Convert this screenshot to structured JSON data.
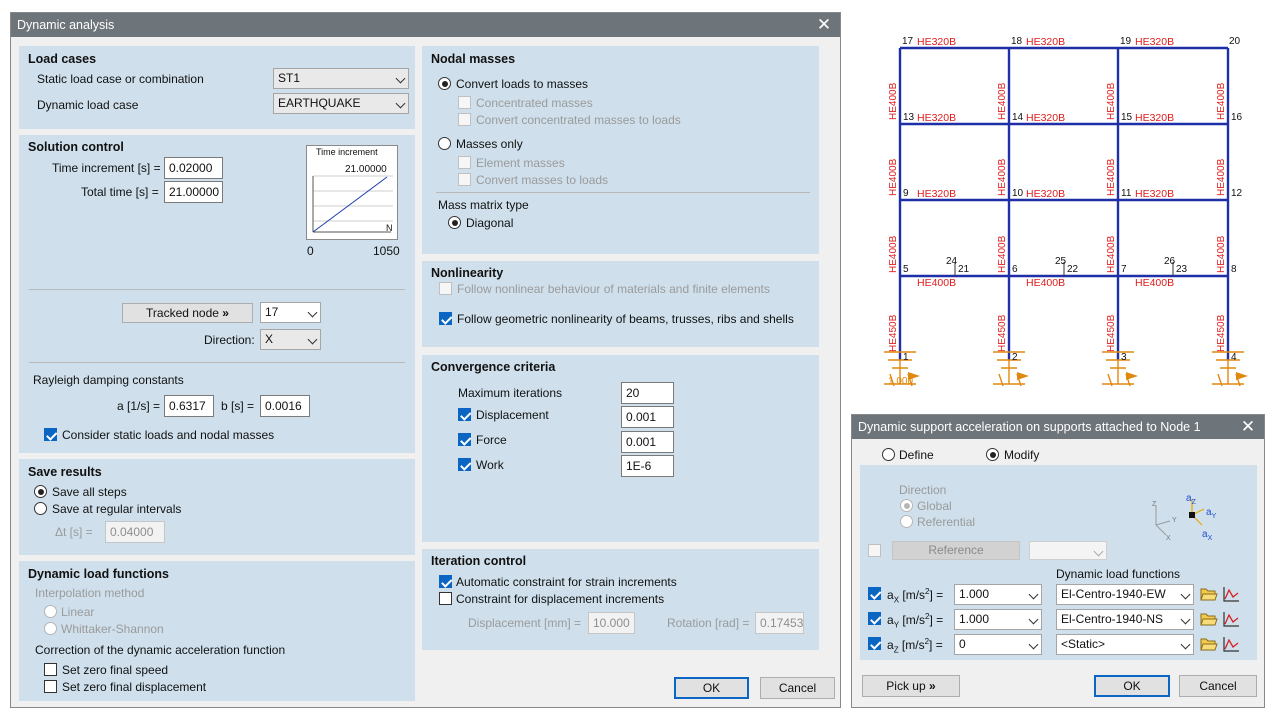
{
  "dynamic_dialog": {
    "title": "Dynamic analysis",
    "load_cases": {
      "title": "Load cases",
      "static_label": "Static load case or combination",
      "static_value": "ST1",
      "dynamic_label": "Dynamic load case",
      "dynamic_value": "EARTHQUAKE"
    },
    "solution_control": {
      "title": "Solution control",
      "time_increment_label": "Time increment [s] =",
      "time_increment_value": "0.02000",
      "total_time_label": "Total time [s] =",
      "total_time_value": "21.00000",
      "graph_title": "Time increment",
      "graph_value": "21.00000",
      "graph_axis_n": "N",
      "graph_x_min": "0",
      "graph_x_max": "1050",
      "tracked_node_button": "Tracked node",
      "tracked_node_value": "17",
      "direction_label": "Direction:",
      "direction_value": "X",
      "rayleigh_title": "Rayleigh damping constants",
      "a_label": "a [1/s] =",
      "a_value": "0.6317",
      "b_label": "b [s] =",
      "b_value": "0.0016",
      "consider_static_label": "Consider static loads and nodal masses",
      "consider_static_checked": true
    },
    "save_results": {
      "title": "Save results",
      "all_steps_label": "Save all steps",
      "regular_label": "Save at regular intervals",
      "dt_label": "Δt [s] =",
      "dt_value": "0.04000",
      "selected": "all"
    },
    "dynamic_load_functions": {
      "title": "Dynamic load functions",
      "interp_label": "Interpolation method",
      "linear_label": "Linear",
      "whittaker_label": "Whittaker-Shannon",
      "correction_label": "Correction of the dynamic acceleration function",
      "zero_speed_label": "Set zero final speed",
      "zero_disp_label": "Set zero final displacement"
    },
    "nodal_masses": {
      "title": "Nodal masses",
      "convert_label": "Convert loads to masses",
      "concentrated_label": "Concentrated masses",
      "convert_conc_label": "Convert concentrated masses to loads",
      "masses_only_label": "Masses only",
      "element_masses_label": "Element masses",
      "convert_masses_label": "Convert masses to loads",
      "matrix_type_label": "Mass matrix type",
      "diagonal_label": "Diagonal"
    },
    "nonlinearity": {
      "title": "Nonlinearity",
      "material_label": "Follow nonlinear behaviour of materials and finite elements",
      "geometric_label": "Follow geometric nonlinearity of beams, trusses, ribs and shells",
      "geometric_checked": true
    },
    "convergence": {
      "title": "Convergence criteria",
      "max_iter_label": "Maximum iterations",
      "max_iter_value": "20",
      "displacement_label": "Displacement",
      "displacement_value": "0.001",
      "force_label": "Force",
      "force_value": "0.001",
      "work_label": "Work",
      "work_value": "1E-6"
    },
    "iteration_control": {
      "title": "Iteration control",
      "auto_label": "Automatic constraint for strain increments",
      "auto_checked": true,
      "disp_constraint_label": "Constraint for displacement increments",
      "displacement_label": "Displacement [mm] =",
      "displacement_value": "10.000",
      "rotation_label": "Rotation [rad] =",
      "rotation_value": "0.17453"
    },
    "ok_label": "OK",
    "cancel_label": "Cancel"
  },
  "model": {
    "top_nodes": [
      "17",
      "18",
      "19",
      "20"
    ],
    "row3_nodes": [
      "13",
      "14",
      "15",
      "16"
    ],
    "row2_nodes": [
      "9",
      "10",
      "11",
      "12"
    ],
    "row1_nodes": [
      "5",
      "6",
      "7",
      "8"
    ],
    "base_nodes": [
      "1",
      "2",
      "3",
      "4"
    ],
    "mid_nodes": [
      "24",
      "21",
      "25",
      "22",
      "26",
      "23"
    ],
    "beam_top": "HE320B",
    "beam_row1": "HE400B",
    "column_upper": "HE400B",
    "column_lower": "HE450B",
    "support_value": "1.000",
    "frame_color": "#1f2fa8",
    "label_color": "#e21b1b",
    "support_color": "#e0890f"
  },
  "support_dialog": {
    "title": "Dynamic support acceleration on supports attached to Node 1",
    "define_label": "Define",
    "modify_label": "Modify",
    "direction_label": "Direction",
    "global_label": "Global",
    "referential_label": "Referential",
    "reference_button": "Reference",
    "functions_header": "Dynamic load functions",
    "rows": [
      {
        "sym": "a",
        "sub": "X",
        "unit": "[m/s",
        "sup": "2",
        "tail": "] =",
        "value": "1.000",
        "func": "El-Centro-1940-EW"
      },
      {
        "sym": "a",
        "sub": "Y",
        "unit": "[m/s",
        "sup": "2",
        "tail": "] =",
        "value": "1.000",
        "func": "El-Centro-1940-NS"
      },
      {
        "sym": "a",
        "sub": "Z",
        "unit": "[m/s",
        "sup": "2",
        "tail": "] =",
        "value": "0",
        "func": "<Static>"
      }
    ],
    "axis_labels": {
      "z": "Z",
      "y": "Y",
      "x": "X",
      "az": "a",
      "ay": "a",
      "ax": "a",
      "az_sub": "Z",
      "ay_sub": "Y",
      "ax_sub": "X"
    },
    "pick_up_label": "Pick up",
    "ok_label": "OK",
    "cancel_label": "Cancel"
  }
}
